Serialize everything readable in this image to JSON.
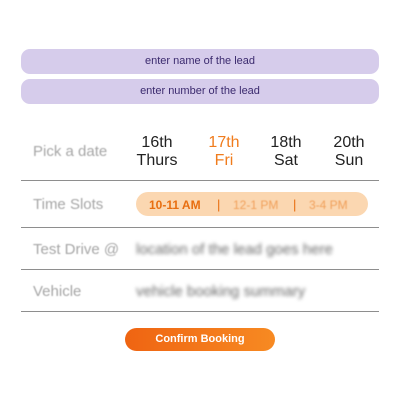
{
  "form": {
    "lead_name_placeholder": "enter name of the lead",
    "lead_number_placeholder": "enter number of the lead"
  },
  "date_row": {
    "label": "Pick a date",
    "dates": [
      {
        "day": "16th",
        "weekday": "Thurs",
        "selected": false
      },
      {
        "day": "17th",
        "weekday": "Fri",
        "selected": true
      },
      {
        "day": "18th",
        "weekday": "Sat",
        "selected": false
      },
      {
        "day": "20th",
        "weekday": "Sun",
        "selected": false
      }
    ]
  },
  "slots_row": {
    "label": "Time Slots",
    "slots": [
      {
        "label": "10-11 AM",
        "selected": true
      },
      {
        "label": "12-1 PM",
        "selected": false
      },
      {
        "label": "3-4 PM",
        "selected": false
      }
    ],
    "separator": "|"
  },
  "test_drive_row": {
    "label": "Test Drive @",
    "value": "location of the lead goes here"
  },
  "vehicle_row": {
    "label": "Vehicle",
    "value": "vehicle booking summary"
  },
  "confirm_button": {
    "label": "Confirm Booking"
  },
  "colors": {
    "accent": "#f07c1d",
    "input_bg": "#d6cceb",
    "slot_pill_bg": "#fbd7b1"
  }
}
